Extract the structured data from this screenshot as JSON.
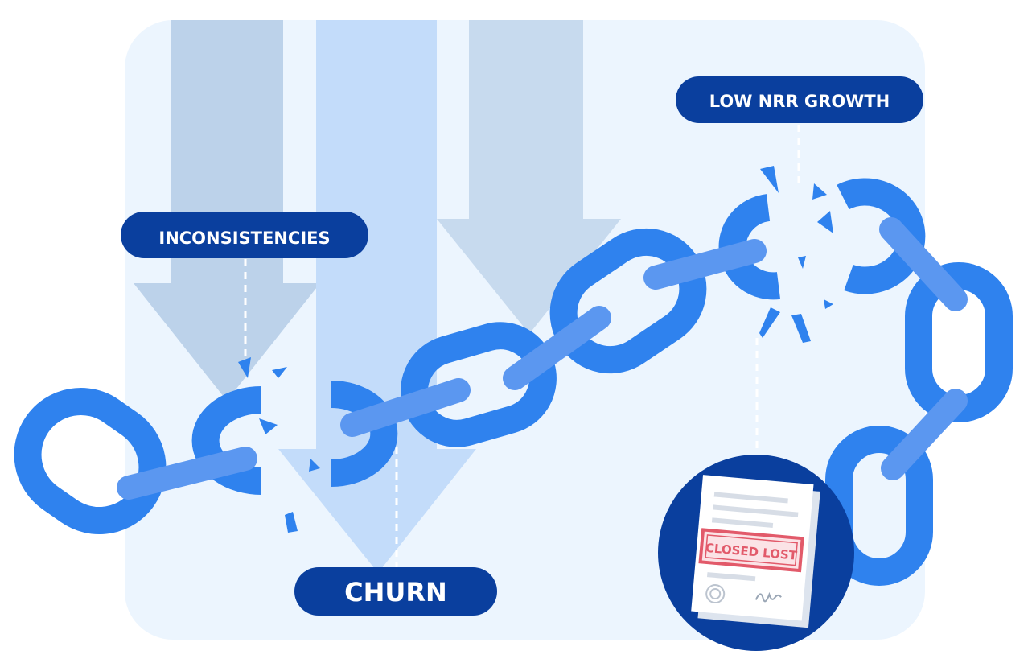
{
  "labels": {
    "inconsistencies": "INCONSISTENCIES",
    "low_nrr_growth": "LOW NRR GROWTH",
    "churn": "CHURN"
  },
  "document": {
    "stamp_text": "CLOSED LOST"
  },
  "colors": {
    "panel_bg": "#ecf5fe",
    "pill": "#0a3f9e",
    "chain": "#2f82ee",
    "chain_bar": "#5b97f0",
    "arrow_dark": "#bcd2ea",
    "arrow_mid": "#c7daee",
    "arrow_light": "#c3dcfa",
    "badge_circle": "#0a3f9e",
    "stamp_red": "#e25a6a"
  }
}
